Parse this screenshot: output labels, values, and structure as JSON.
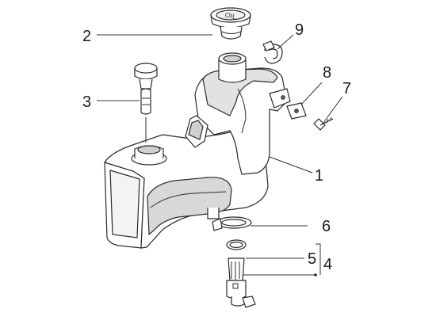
{
  "callouts": {
    "c1": "1",
    "c2": "2",
    "c3": "3",
    "c4": "4",
    "c5": "5",
    "c6": "6",
    "c7": "7",
    "c8": "8",
    "c9": "9"
  },
  "parts": {
    "cap_marking": "OIL"
  }
}
